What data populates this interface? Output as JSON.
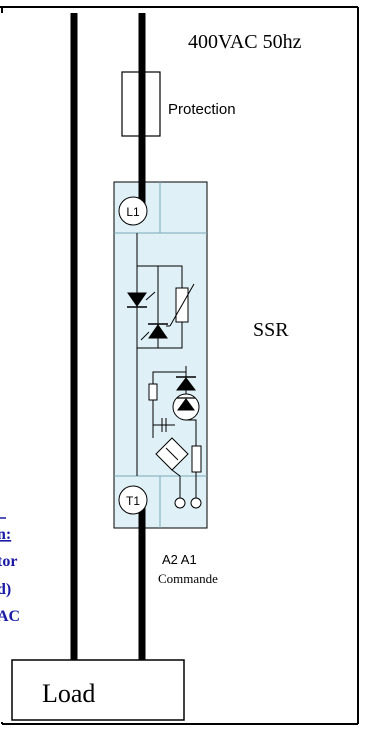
{
  "supply_label": "400VAC 50hz",
  "protection_label": "Protection",
  "ssr_label": "SSR",
  "terminal_l1": "L1",
  "terminal_t1": "T1",
  "control_terminals": "A2 A1",
  "command_label": "Commande",
  "load_label": "Load",
  "side_note_lines": [
    "n:",
    "tor",
    "d)",
    "AC"
  ],
  "colors": {
    "ssr_fill": "#dff1f7",
    "side_note": "#1a1aa6",
    "lines": "#000000"
  }
}
